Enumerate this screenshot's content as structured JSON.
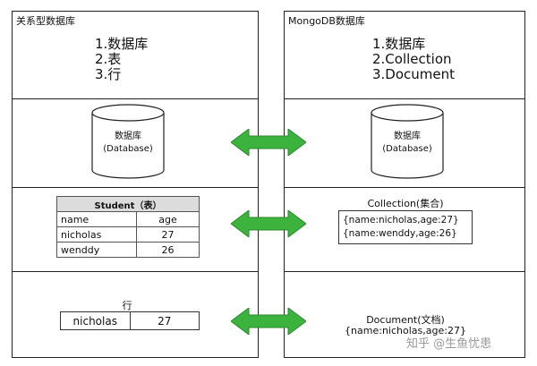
{
  "left": {
    "title": "关系型数据库",
    "list": [
      "1.数据库",
      "2.表",
      "3.行"
    ],
    "cylinder": {
      "line1": "数据库",
      "line2": "(Database)"
    },
    "table": {
      "caption": "Student（表）",
      "rows": [
        [
          "name",
          "age"
        ],
        [
          "nicholas",
          "27"
        ],
        [
          "wenddy",
          "26"
        ]
      ]
    },
    "row_label": "行",
    "row": [
      "nicholas",
      "27"
    ]
  },
  "right": {
    "title": "MongoDB数据库",
    "list": [
      "1.数据库",
      "2.Collection",
      "3.Document"
    ],
    "cylinder": {
      "line1": "数据库",
      "line2": "(Database)"
    },
    "collection_label": "Collection(集合)",
    "collection_items": [
      "{name:nicholas,age:27}",
      "{name:wenddy,age:26}"
    ],
    "document_label": "Document(文档)",
    "document_value": "{name:nicholas,age:27}"
  },
  "watermark": "知乎 @生鱼忧患",
  "arrow_color": "#3cb33c"
}
